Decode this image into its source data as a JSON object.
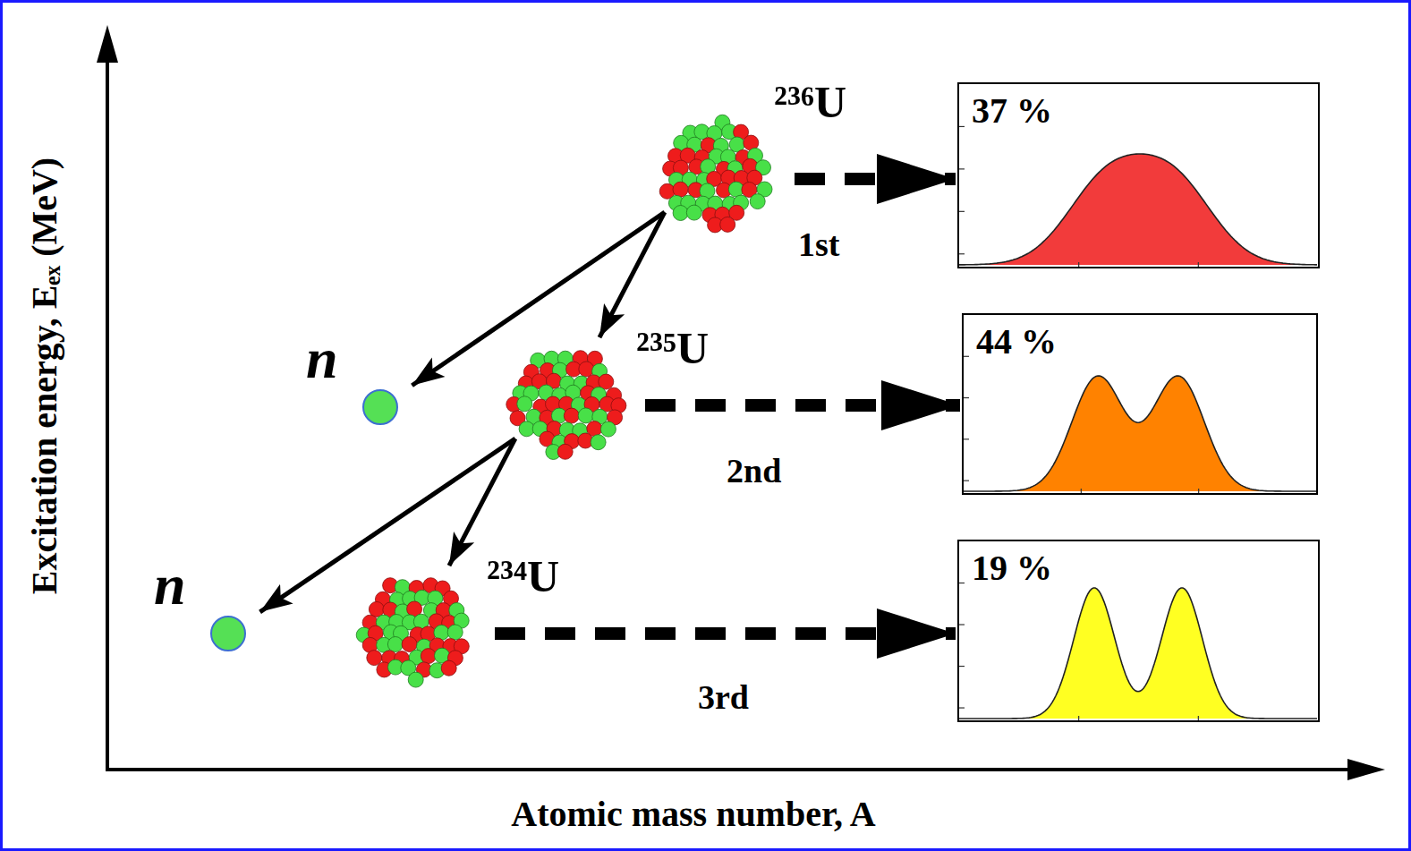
{
  "diagram": {
    "nodes": [
      {
        "text": [
          "²³⁶U"
        ]
      },
      {
        "text": [
          "37 %"
        ]
      },
      {
        "text": [
          "n"
        ]
      },
      {
        "text": [
          "²³⁵U"
        ]
      },
      {
        "text": [
          "44 %"
        ]
      },
      {
        "text": [
          "n"
        ]
      },
      {
        "text": [
          "²³⁴U"
        ]
      },
      {
        "text": [
          "19 %"
        ]
      }
    ],
    "edges": [
      {
        "from": 0,
        "to": 2,
        "arrow": "to"
      },
      {
        "from": 0,
        "to": 3,
        "arrow": "to"
      },
      {
        "from": 0,
        "to": 1,
        "label": "1st",
        "arrow": "to"
      },
      {
        "from": 3,
        "to": 5,
        "arrow": "to"
      },
      {
        "from": 3,
        "to": 6,
        "arrow": "to"
      },
      {
        "from": 3,
        "to": 4,
        "label": "2nd",
        "arrow": "to"
      },
      {
        "from": 6,
        "to": 7,
        "label": "3rd",
        "arrow": "to"
      }
    ],
    "labels": [
      "Excitation energy, Eₑₓ (MeV)",
      "Atomic mass number, A"
    ]
  }
}
